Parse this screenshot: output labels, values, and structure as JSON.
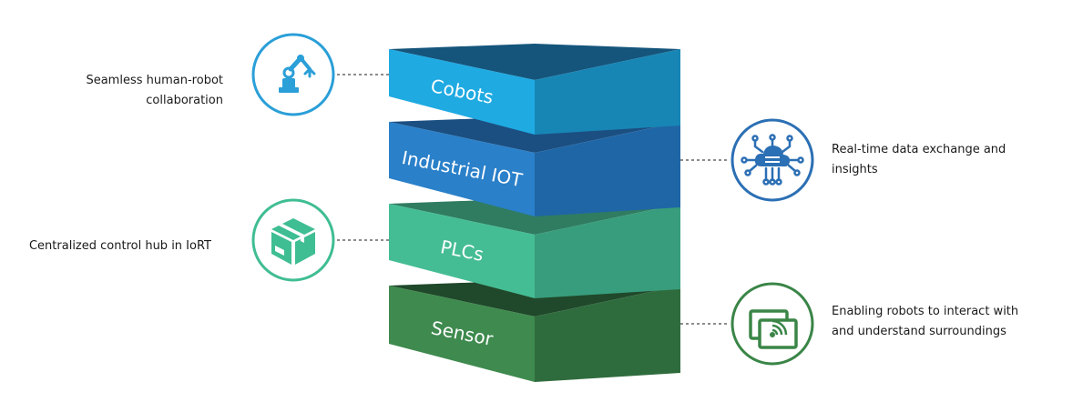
{
  "layers": [
    {
      "label": "Cobots",
      "side": "left",
      "description": "Seamless human-robot collaboration",
      "icon": "robot-arm-icon",
      "colors": {
        "top": "#15557c",
        "front": "#1faae2",
        "side": "#1786b5",
        "circle": "#2a9fd8"
      }
    },
    {
      "label": "Industrial IOT",
      "side": "right",
      "description": "Real-time data exchange and insights",
      "icon": "cloud-network-icon",
      "colors": {
        "top": "#1b4f82",
        "front": "#2a80c9",
        "side": "#1f66a6",
        "circle": "#2b6fb4"
      }
    },
    {
      "label": "PLCs",
      "side": "left",
      "description": "Centralized control hub in IoRT",
      "icon": "box-icon",
      "colors": {
        "top": "#2f7c61",
        "front": "#45bd94",
        "side": "#389d7c",
        "circle": "#3fbd93"
      }
    },
    {
      "label": "Sensor",
      "side": "right",
      "description": "Enabling robots to interact with and understand surroundings",
      "icon": "sensor-screen-icon",
      "colors": {
        "top": "#20482a",
        "front": "#3f8a4f",
        "side": "#2f6c3d",
        "circle": "#3a8547"
      }
    }
  ]
}
